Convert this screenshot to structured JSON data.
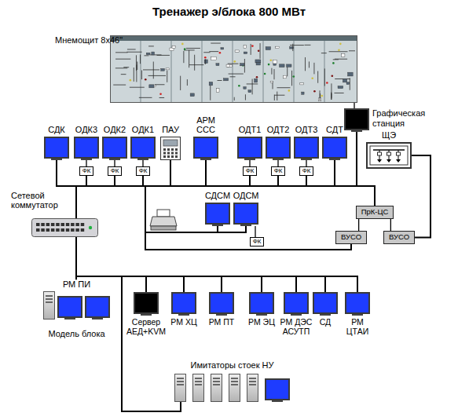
{
  "diagram": {
    "title": "Тренажер э/блока 800 МВт",
    "nodes": [
      {
        "text": [
          "Мнемощит 8x46\""
        ]
      },
      {
        "text": [
          "Графическая станция"
        ]
      },
      {
        "text": [
          "СДК"
        ]
      },
      {
        "text": [
          "ОДК3"
        ]
      },
      {
        "text": [
          "ОДК2"
        ]
      },
      {
        "text": [
          "ОДК1"
        ]
      },
      {
        "text": [
          "ПАУ"
        ]
      },
      {
        "text": [
          "АРМ ССС"
        ]
      },
      {
        "text": [
          "ОДТ1"
        ]
      },
      {
        "text": [
          "ОДТ2"
        ]
      },
      {
        "text": [
          "ОДТ3"
        ]
      },
      {
        "text": [
          "СДТ"
        ]
      },
      {
        "text": [
          "ЩЭ"
        ]
      },
      {
        "text": [
          "ФК"
        ]
      },
      {
        "text": [
          "ФК"
        ]
      },
      {
        "text": [
          "ФК"
        ]
      },
      {
        "text": [
          "ФК"
        ]
      },
      {
        "text": [
          "ФК"
        ]
      },
      {
        "text": [
          "ФК"
        ]
      },
      {
        "text": [
          "Сетевой коммутатор"
        ]
      },
      {
        "text": [
          "СДСМ"
        ]
      },
      {
        "text": [
          "ОДСМ"
        ]
      },
      {
        "text": [
          "ФК"
        ]
      },
      {
        "text": [
          "ПрК-ЦС"
        ]
      },
      {
        "text": [
          "ВУСО"
        ]
      },
      {
        "text": [
          "ВУСО"
        ]
      },
      {
        "text": [
          "РМ ПИ",
          "Модель блока"
        ]
      },
      {
        "text": [
          "Сервер АЕД+KVM"
        ]
      },
      {
        "text": [
          "РМ ХЦ"
        ]
      },
      {
        "text": [
          "РМ ПТ"
        ]
      },
      {
        "text": [
          "РМ ЭЦ"
        ]
      },
      {
        "text": [
          "РМ ДЭС АСУТП"
        ]
      },
      {
        "text": [
          "СД"
        ]
      },
      {
        "text": [
          "РМ ЦТАИ"
        ]
      },
      {
        "text": [
          "Имитаторы стоек НУ"
        ]
      }
    ],
    "edges": [
      {
        "from": 2,
        "to": 19,
        "arrow": "none"
      },
      {
        "from": 3,
        "to": 13,
        "arrow": "none"
      },
      {
        "from": 13,
        "to": 19,
        "arrow": "none"
      },
      {
        "from": 4,
        "to": 14,
        "arrow": "none"
      },
      {
        "from": 14,
        "to": 19,
        "arrow": "none"
      },
      {
        "from": 5,
        "to": 15,
        "arrow": "none"
      },
      {
        "from": 15,
        "to": 19,
        "arrow": "none"
      },
      {
        "from": 6,
        "to": 19,
        "arrow": "none"
      },
      {
        "from": 7,
        "to": 19,
        "arrow": "none"
      },
      {
        "from": 8,
        "to": 16,
        "arrow": "none"
      },
      {
        "from": 16,
        "to": 19,
        "arrow": "none"
      },
      {
        "from": 9,
        "to": 17,
        "arrow": "none"
      },
      {
        "from": 17,
        "to": 19,
        "arrow": "none"
      },
      {
        "from": 10,
        "to": 18,
        "arrow": "none"
      },
      {
        "from": 18,
        "to": 19,
        "arrow": "none"
      },
      {
        "from": 11,
        "to": 19,
        "arrow": "none"
      },
      {
        "from": 0,
        "to": 1,
        "arrow": "none"
      },
      {
        "from": 1,
        "to": 19,
        "arrow": "none"
      },
      {
        "from": 12,
        "to": 25,
        "arrow": "none"
      },
      {
        "from": 20,
        "to": 19,
        "arrow": "none"
      },
      {
        "from": 21,
        "to": 19,
        "arrow": "none"
      },
      {
        "from": 21,
        "to": 22,
        "arrow": "none"
      },
      {
        "from": 23,
        "to": 19,
        "arrow": "none"
      },
      {
        "from": 23,
        "to": 24,
        "arrow": "none"
      },
      {
        "from": 23,
        "to": 25,
        "arrow": "none"
      },
      {
        "from": 24,
        "to": 19,
        "arrow": "none"
      },
      {
        "from": 19,
        "to": 26,
        "arrow": "none"
      },
      {
        "from": 19,
        "to": 27,
        "arrow": "none"
      },
      {
        "from": 19,
        "to": 28,
        "arrow": "none"
      },
      {
        "from": 19,
        "to": 29,
        "arrow": "none"
      },
      {
        "from": 19,
        "to": 30,
        "arrow": "none"
      },
      {
        "from": 19,
        "to": 31,
        "arrow": "none"
      },
      {
        "from": 19,
        "to": 32,
        "arrow": "none"
      },
      {
        "from": 19,
        "to": 33,
        "arrow": "none"
      },
      {
        "from": 19,
        "to": 34,
        "arrow": "none"
      }
    ]
  }
}
